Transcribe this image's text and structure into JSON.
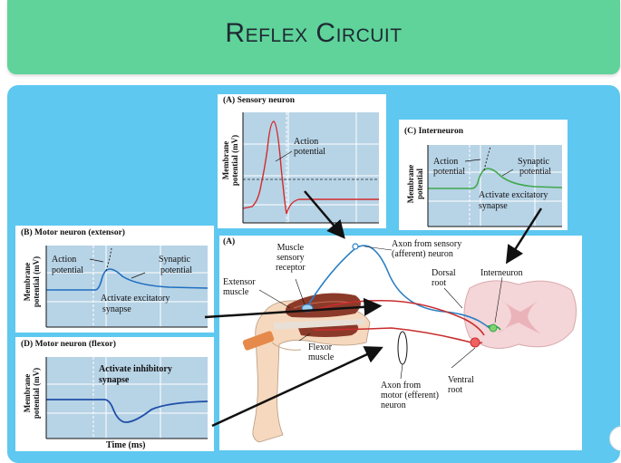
{
  "title": "Reflex Circuit",
  "panels": {
    "sensory": {
      "title": "(A) Sensory neuron",
      "ylabel_line1": "Membrane",
      "ylabel_line2": "potential (mV)",
      "action": "Action",
      "potential": "potential"
    },
    "inter": {
      "title": "(C) Interneuron",
      "ylabel_line1": "Membrane",
      "ylabel_line2": "potential",
      "action": "Action",
      "action2": "potential",
      "synaptic": "Synaptic",
      "synaptic2": "potential",
      "activate": "Activate excitatory",
      "synapse": "synapse"
    },
    "extensor": {
      "title": "(B) Motor neuron (extensor)",
      "ylabel_line1": "Membrane",
      "ylabel_line2": "potential (mV)",
      "action": "Action",
      "action2": "potential",
      "synaptic": "Synaptic",
      "synaptic2": "potential",
      "activate": "Activate excitatory",
      "synapse": "synapse"
    },
    "flexor": {
      "title": "(D) Motor neuron (flexor)",
      "ylabel_line1": "Membrane",
      "ylabel_line2": "potential (mV)",
      "activate": "Activate inhibitory",
      "synapse": "synapse",
      "xlabel": "Time (ms)"
    }
  },
  "anatomy": {
    "title": "(A)",
    "muscle_sensory_receptor": [
      "Muscle",
      "sensory",
      "receptor"
    ],
    "axon_sensory": [
      "Axon from sensory",
      "(afferent) neuron"
    ],
    "extensor_muscle": [
      "Extensor",
      "muscle"
    ],
    "dorsal_root": [
      "Dorsal",
      "root"
    ],
    "interneuron": "Interneuron",
    "flexor_muscle": [
      "Flexor",
      "muscle"
    ],
    "ventral_root": [
      "Ventral",
      "root"
    ],
    "axon_motor": [
      "Axon from",
      "motor (efferent)",
      "neuron"
    ]
  },
  "colors": {
    "title_bg": "#5fd39a",
    "content_bg": "#5ec8f0",
    "graph_bg": "#b7d3e6",
    "sensory_trace": "#d22b2b",
    "inter_trace": "#3ea84a",
    "motor_trace": "#1f6fc0"
  }
}
